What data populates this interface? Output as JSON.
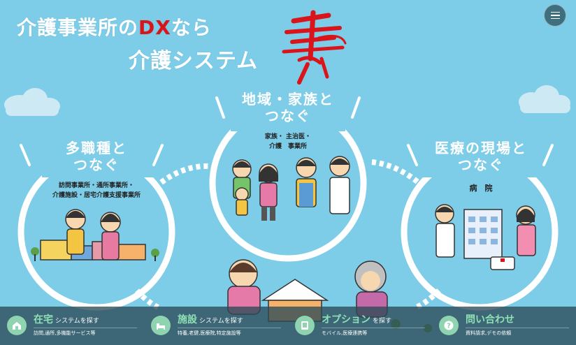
{
  "hero": {
    "line1_pre": "介護事業所の",
    "line1_accent": "DX",
    "line1_post": "なら",
    "line2": "介護システム"
  },
  "colors": {
    "sky": "#7dcde8",
    "accent": "#d9141b",
    "nav_bg": "#2c4a56",
    "nav_green": "#8fe0b6"
  },
  "circles": {
    "left": {
      "title_1": "多職種と",
      "title_2": "つなぐ",
      "sub_1": "訪問事業所・通所事業所・",
      "sub_2": "介護施設・居宅介護支援事業所"
    },
    "center": {
      "title_1": "地域・家族と",
      "title_2": "つなぐ",
      "sub_1": "家族・ 主治医・",
      "sub_2": "介護　事業所"
    },
    "right": {
      "title_1": "医療の現場と",
      "title_2": "つなぐ",
      "sub_1": "病　院"
    }
  },
  "nav": [
    {
      "icon": "home-care-icon",
      "main": "在宅",
      "suffix": "システムを探す",
      "desc": "訪問,通所,多機能サービス等"
    },
    {
      "icon": "facility-bed-icon",
      "main": "施設",
      "suffix": "システムを探す",
      "desc": "特養,老健,医療院,特定施設等"
    },
    {
      "icon": "tablet-icon",
      "main": "オプション",
      "suffix": "を探す",
      "desc": "モバイル,医療連携等"
    },
    {
      "icon": "question-icon",
      "main": "問い合わせ",
      "suffix": "",
      "desc": "資料請求,デモの依頼"
    }
  ]
}
